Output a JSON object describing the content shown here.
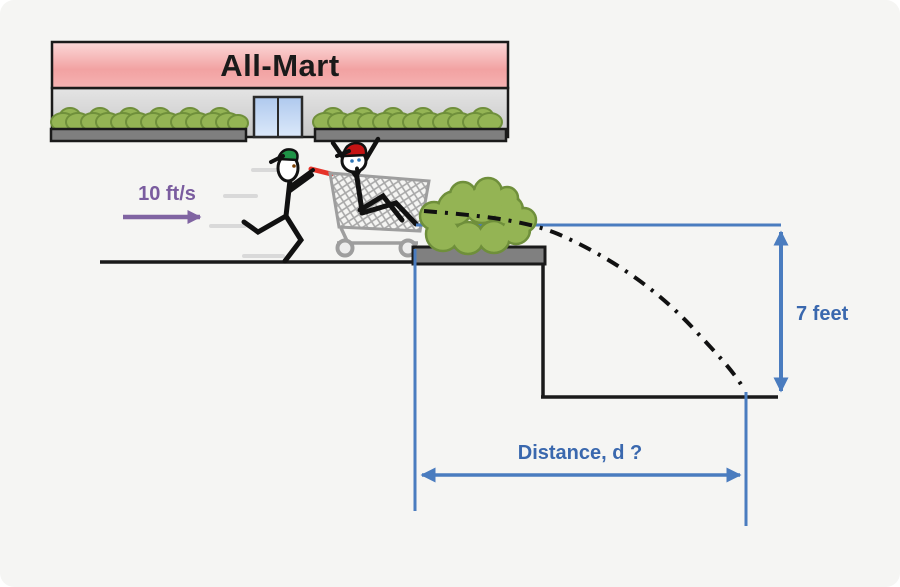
{
  "store": {
    "sign_text": "All-Mart"
  },
  "labels": {
    "speed": "10 ft/s",
    "height": "7 feet",
    "distance": "Distance, d ?"
  },
  "colors": {
    "dimension_blue": "#4A7CBF",
    "label_blue": "#3A68AE",
    "speed_purple_text": "#7A5C9F",
    "speed_purple_arrow": "#8064A2",
    "bush_green": "#94B454",
    "bush_green_dark": "#6F8F3B",
    "banner_pink": "#F3A6A6",
    "sign_black": "#1A1A1A"
  }
}
